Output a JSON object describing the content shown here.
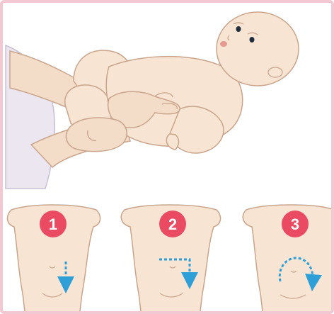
{
  "colors": {
    "border": "#f2c9d3",
    "skin": "#f7e4d3",
    "skin_outline": "#c9a58d",
    "adult_skin": "#f3dcc8",
    "sleeve": "#e9e2ee",
    "badge": "#ea4b63",
    "arrow": "#2f9fd8",
    "lips": "#e79a93",
    "eye": "#1f2d3d"
  },
  "icons": {
    "hero": "infant-tummy-massage-illustration",
    "arrow": "dashed-arrow"
  },
  "steps": [
    {
      "number": "1",
      "stroke": "straight-down"
    },
    {
      "number": "2",
      "stroke": "across-then-down"
    },
    {
      "number": "3",
      "stroke": "arc-clockwise"
    }
  ]
}
